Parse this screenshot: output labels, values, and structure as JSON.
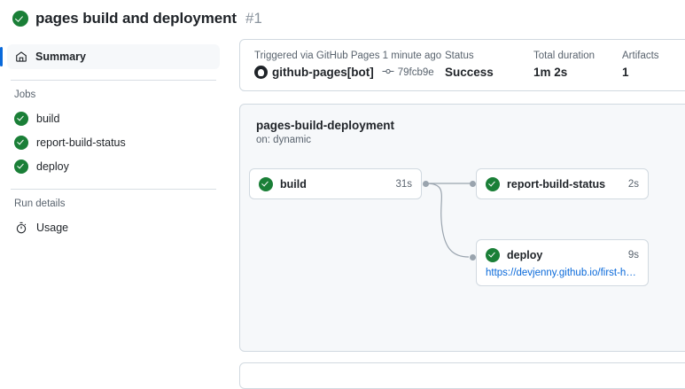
{
  "header": {
    "status_icon": "success-check-icon",
    "title": "pages build and deployment",
    "run_number": "#1"
  },
  "sidebar": {
    "summary": {
      "icon": "home-icon",
      "label": "Summary"
    },
    "jobs_group_label": "Jobs",
    "jobs": [
      {
        "label": "build",
        "status": "success",
        "icon": "success-check-icon"
      },
      {
        "label": "report-build-status",
        "status": "success",
        "icon": "success-check-icon"
      },
      {
        "label": "deploy",
        "status": "success",
        "icon": "success-check-icon"
      }
    ],
    "run_details_group_label": "Run details",
    "run_details": [
      {
        "label": "Usage",
        "icon": "stopwatch-icon"
      }
    ]
  },
  "info_bar": {
    "triggered": {
      "label": "Triggered via GitHub Pages 1 minute ago",
      "actor": "github-pages[bot]",
      "actor_icon": "github-avatar-icon",
      "commit_icon": "commit-icon",
      "commit_sha": "79fcb9e"
    },
    "status": {
      "label": "Status",
      "value": "Success"
    },
    "duration": {
      "label": "Total duration",
      "value": "1m 2s"
    },
    "artifacts": {
      "label": "Artifacts",
      "value": "1"
    }
  },
  "workflow": {
    "name": "pages-build-deployment",
    "trigger": "on: dynamic",
    "nodes": [
      {
        "name": "build",
        "duration": "31s",
        "status": "success",
        "url": null
      },
      {
        "name": "report-build-status",
        "duration": "2s",
        "status": "success",
        "url": null
      },
      {
        "name": "deploy",
        "duration": "9s",
        "status": "success",
        "url": "https://devjenny.github.io/first-html/"
      }
    ]
  },
  "colors": {
    "success": "#1a7f37",
    "accent": "#0969da",
    "border": "#d1d9e0",
    "muted": "#59636e",
    "panel_bg": "#f6f8fa"
  }
}
